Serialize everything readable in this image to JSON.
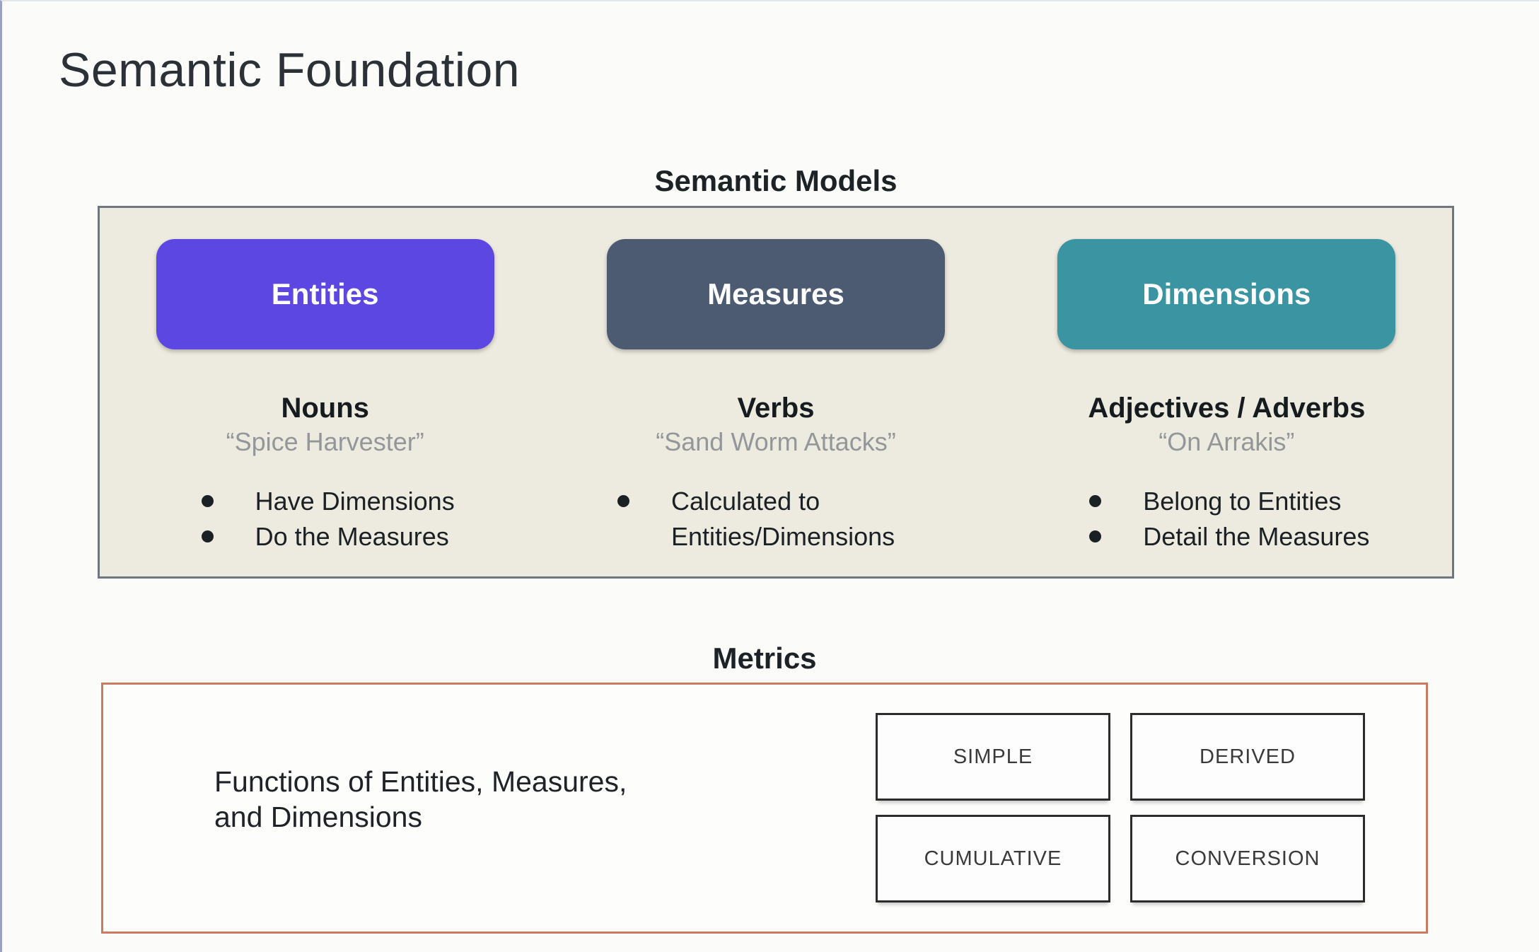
{
  "page": {
    "title": "Semantic Foundation"
  },
  "semantic_models": {
    "heading": "Semantic Models",
    "columns": [
      {
        "button_label": "Entities",
        "color": "#5c47e2",
        "role": "Nouns",
        "example": "“Spice Harvester”",
        "bullets": [
          "Have Dimensions",
          "Do the Measures"
        ]
      },
      {
        "button_label": "Measures",
        "color": "#4c5b72",
        "role": "Verbs",
        "example": "“Sand Worm Attacks”",
        "bullets": [
          "Calculated to Entities/Dimensions"
        ]
      },
      {
        "button_label": "Dimensions",
        "color": "#3b94a2",
        "role": "Adjectives / Adverbs",
        "example": "“On Arrakis”",
        "bullets": [
          "Belong to Entities",
          "Detail the Measures"
        ]
      }
    ]
  },
  "metrics": {
    "heading": "Metrics",
    "description": {
      "line1": "Functions of Entities, Measures,",
      "line2": "and Dimensions"
    },
    "types": [
      "SIMPLE",
      "DERIVED",
      "CUMULATIVE",
      "CONVERSION"
    ]
  },
  "colors": {
    "entities_pill": "#5c47e2",
    "measures_pill": "#4c5b72",
    "dimensions_pill": "#3b94a2",
    "models_box_background": "#edeadf",
    "models_box_border": "#6f7682",
    "metrics_box_border": "#ca7a5f",
    "quote_text": "#94979a",
    "page_background": "#fbfcfa"
  }
}
